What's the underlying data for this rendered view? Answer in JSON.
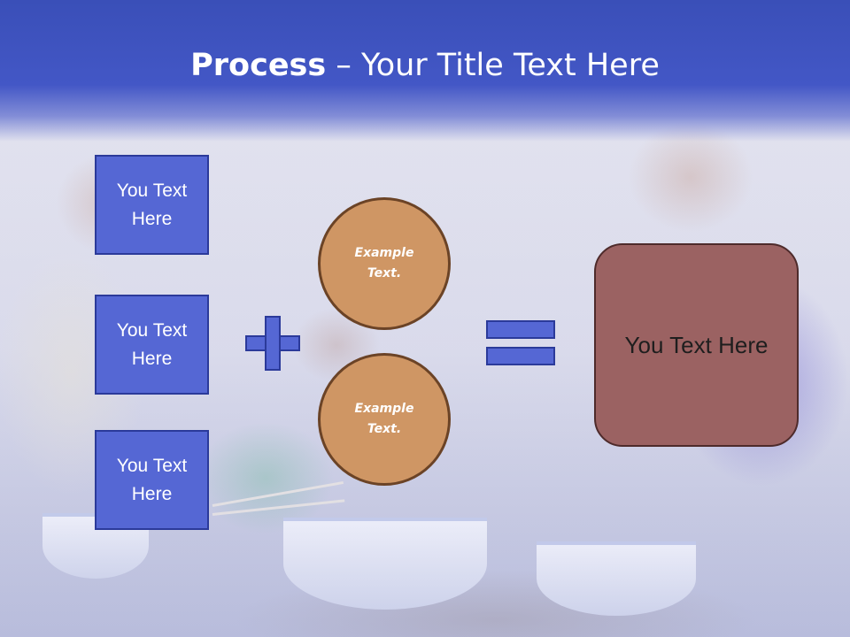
{
  "slide": {
    "title_bold": "Process",
    "title_rest": " – Your Title Text Here"
  },
  "left_boxes": [
    {
      "label": "You Text Here"
    },
    {
      "label": "You Text Here"
    },
    {
      "label": "You Text Here"
    }
  ],
  "circles": [
    {
      "label": "Example Text."
    },
    {
      "label": "Example Text."
    }
  ],
  "result": {
    "label": "You Text Here"
  },
  "colors": {
    "header": "#4357c6",
    "box_fill": "#5567d4",
    "box_border": "#2b3a9a",
    "circle_fill": "#cf9664",
    "circle_border": "#6b4326",
    "result_fill": "#9b6262",
    "result_border": "#4e2b2b"
  },
  "icons": {
    "operator_add": "plus-icon",
    "operator_equals": "equals-icon"
  }
}
